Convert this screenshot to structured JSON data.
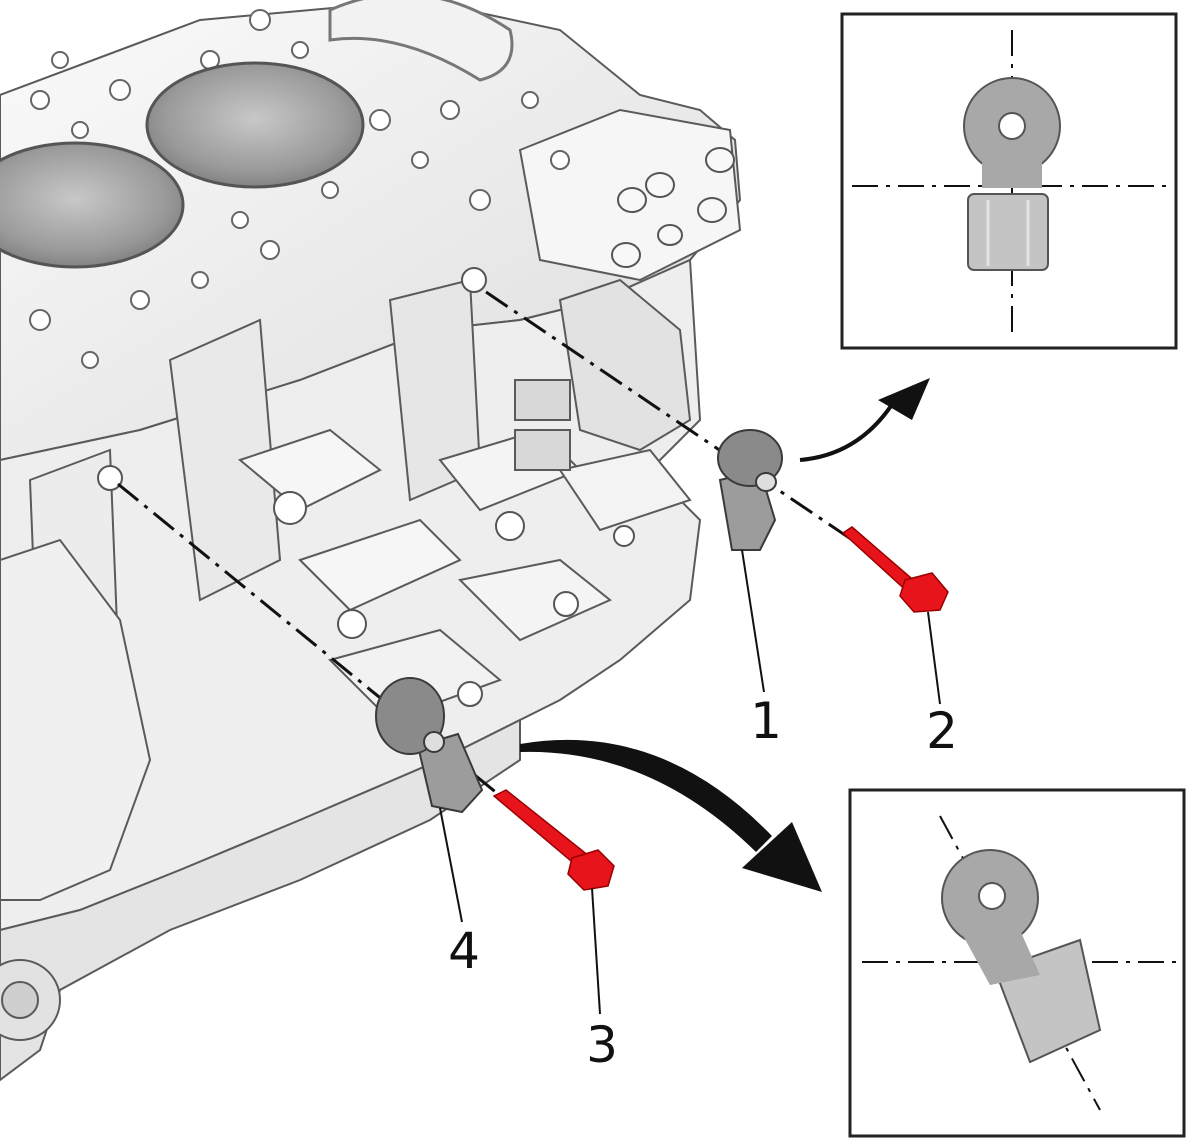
{
  "colors": {
    "fastener": "#e8141c",
    "sensor": "#8a8a8a",
    "casting": "#f3f3f3",
    "outline": "#555555",
    "frame": "#222222"
  },
  "callouts": {
    "sensor_1": "1",
    "bolt_2": "2",
    "bolt_3": "3",
    "sensor_4": "4"
  }
}
